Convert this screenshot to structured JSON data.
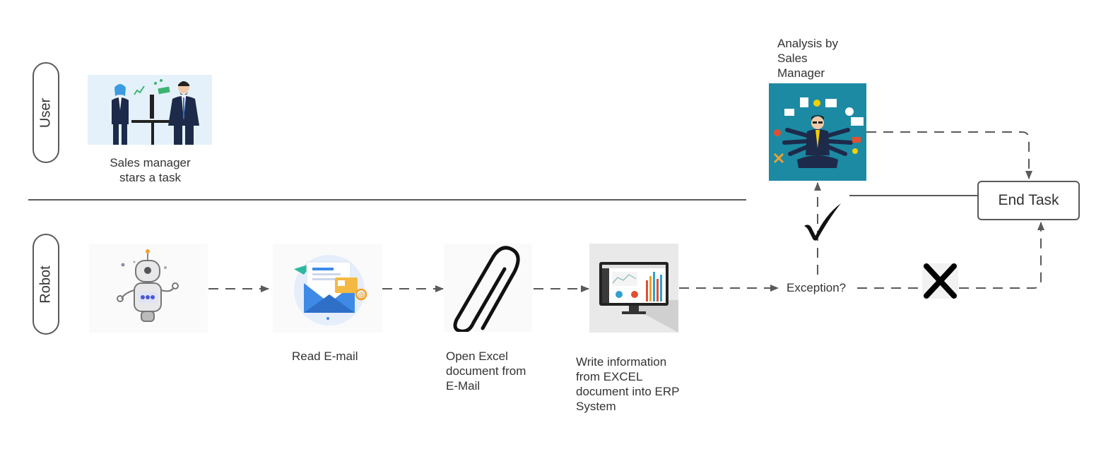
{
  "lanes": {
    "user_label": "User",
    "robot_label": "Robot"
  },
  "steps": {
    "start_label": "Sales manager\nstars a task",
    "read_email_label": "Read E-mail",
    "open_excel_label": "Open Excel\ndocument from\nE-Mail",
    "write_erp_label": "Write information\nfrom EXCEL\ndocument into ERP\nSystem",
    "exception_label": "Exception?",
    "analysis_label": "Analysis by\nSales\nManager",
    "end_label": "End Task"
  },
  "colors": {
    "line": "#5a5a5a",
    "analysis_bg": "#1c8aa3",
    "email_blue": "#3d8be6"
  },
  "icons": {
    "start": "business-people-illustration",
    "robot": "robot-icon",
    "email": "email-envelope-icon",
    "attachment": "paperclip-icon",
    "monitor": "computer-monitor-icon",
    "analysis": "multitasking-manager-illustration",
    "yes": "checkmark-icon",
    "no": "x-mark-icon"
  }
}
